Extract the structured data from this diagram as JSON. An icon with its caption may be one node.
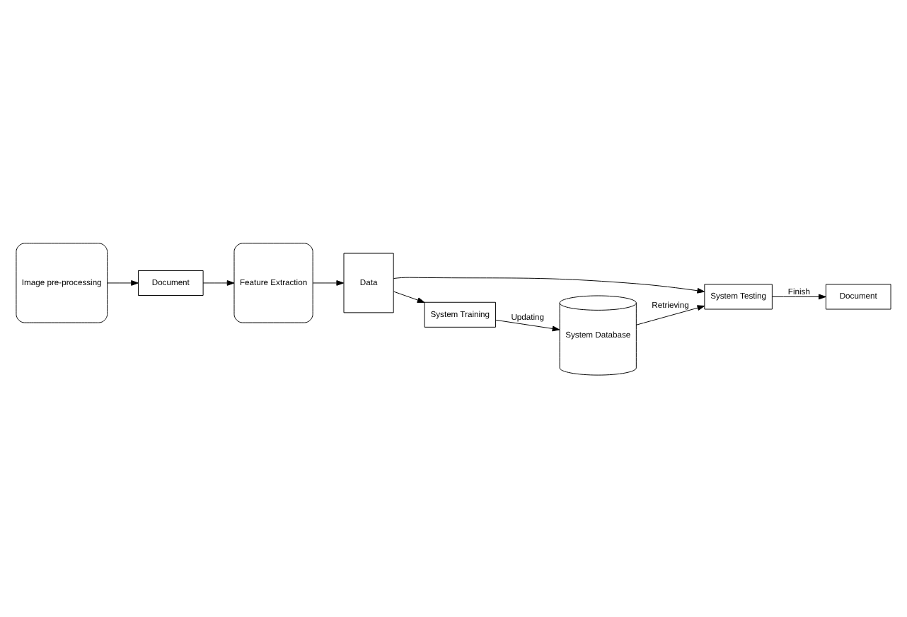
{
  "diagram": {
    "nodes": [
      {
        "text": [
          "Image pre-processing"
        ]
      },
      {
        "text": [
          "Document"
        ]
      },
      {
        "text": [
          "Feature Extraction"
        ]
      },
      {
        "text": [
          "Data"
        ]
      },
      {
        "text": [
          "System Testing"
        ]
      },
      {
        "text": [
          "Document"
        ]
      },
      {
        "text": [
          "System Training"
        ]
      },
      {
        "text": [
          "System Database"
        ]
      }
    ],
    "edges": [
      {
        "from": 0,
        "to": 1,
        "arrow": "to"
      },
      {
        "from": 1,
        "to": 2,
        "arrow": "to"
      },
      {
        "from": 2,
        "to": 3,
        "arrow": "to"
      },
      {
        "from": 3,
        "to": 4,
        "arrow": "to"
      },
      {
        "from": 4,
        "to": 5,
        "arrow": "to",
        "label": "Finish"
      },
      {
        "from": 3,
        "to": 6,
        "arrow": "to"
      },
      {
        "from": 6,
        "to": 7,
        "arrow": "to",
        "label": "Updating"
      },
      {
        "from": 7,
        "to": 4,
        "arrow": "to",
        "label": "Retrieving"
      }
    ]
  }
}
